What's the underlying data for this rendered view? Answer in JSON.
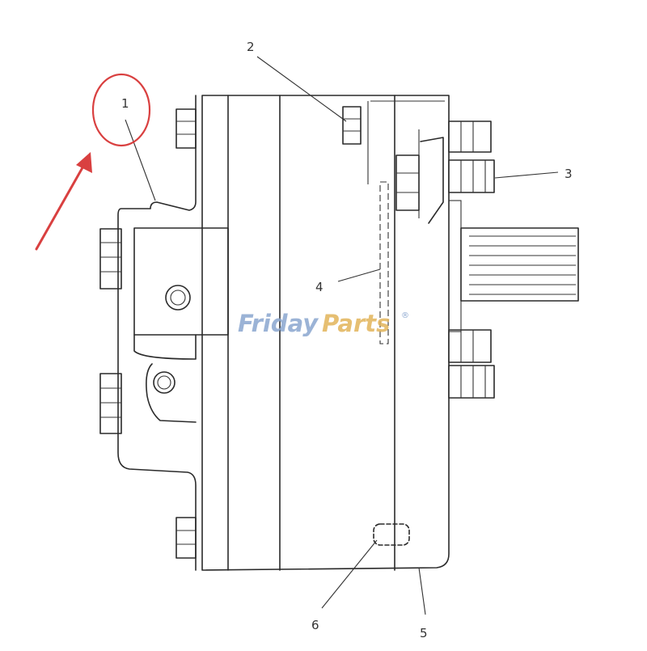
{
  "callouts": [
    {
      "label": "1"
    },
    {
      "label": "2"
    },
    {
      "label": "3"
    },
    {
      "label": "4"
    },
    {
      "label": "5"
    },
    {
      "label": "6"
    }
  ],
  "watermark": {
    "part1": "Friday",
    "part2": "Parts",
    "mark": "®"
  },
  "highlight": {
    "color": "#d94040",
    "target_callout": "1"
  }
}
